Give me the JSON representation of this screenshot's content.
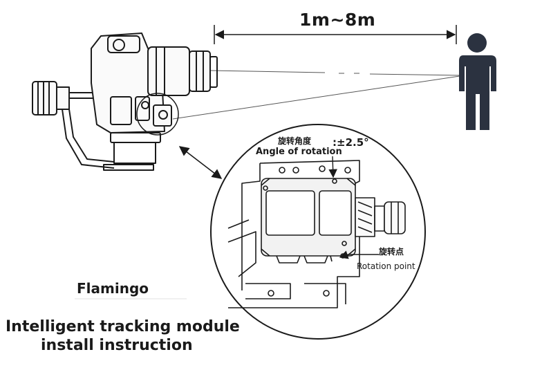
{
  "distance_label": "1m~8m",
  "rotation": {
    "angle_label_cn": "旋转角度",
    "angle_label_en": "Angle of rotation",
    "angle_value": ":±2.5°",
    "point_label_cn": "旋转点",
    "point_label_en": "Rotation point"
  },
  "product_name": "Flamingo",
  "title_line1": "Intelligent tracking module",
  "title_line2": "install instruction",
  "colors": {
    "line": "#1a1a1a",
    "person": "#2b3240",
    "module_fill": "#f2f2f2"
  },
  "icons": [
    "camera-gimbal-illustration",
    "person-icon",
    "tracking-module-illustration"
  ]
}
